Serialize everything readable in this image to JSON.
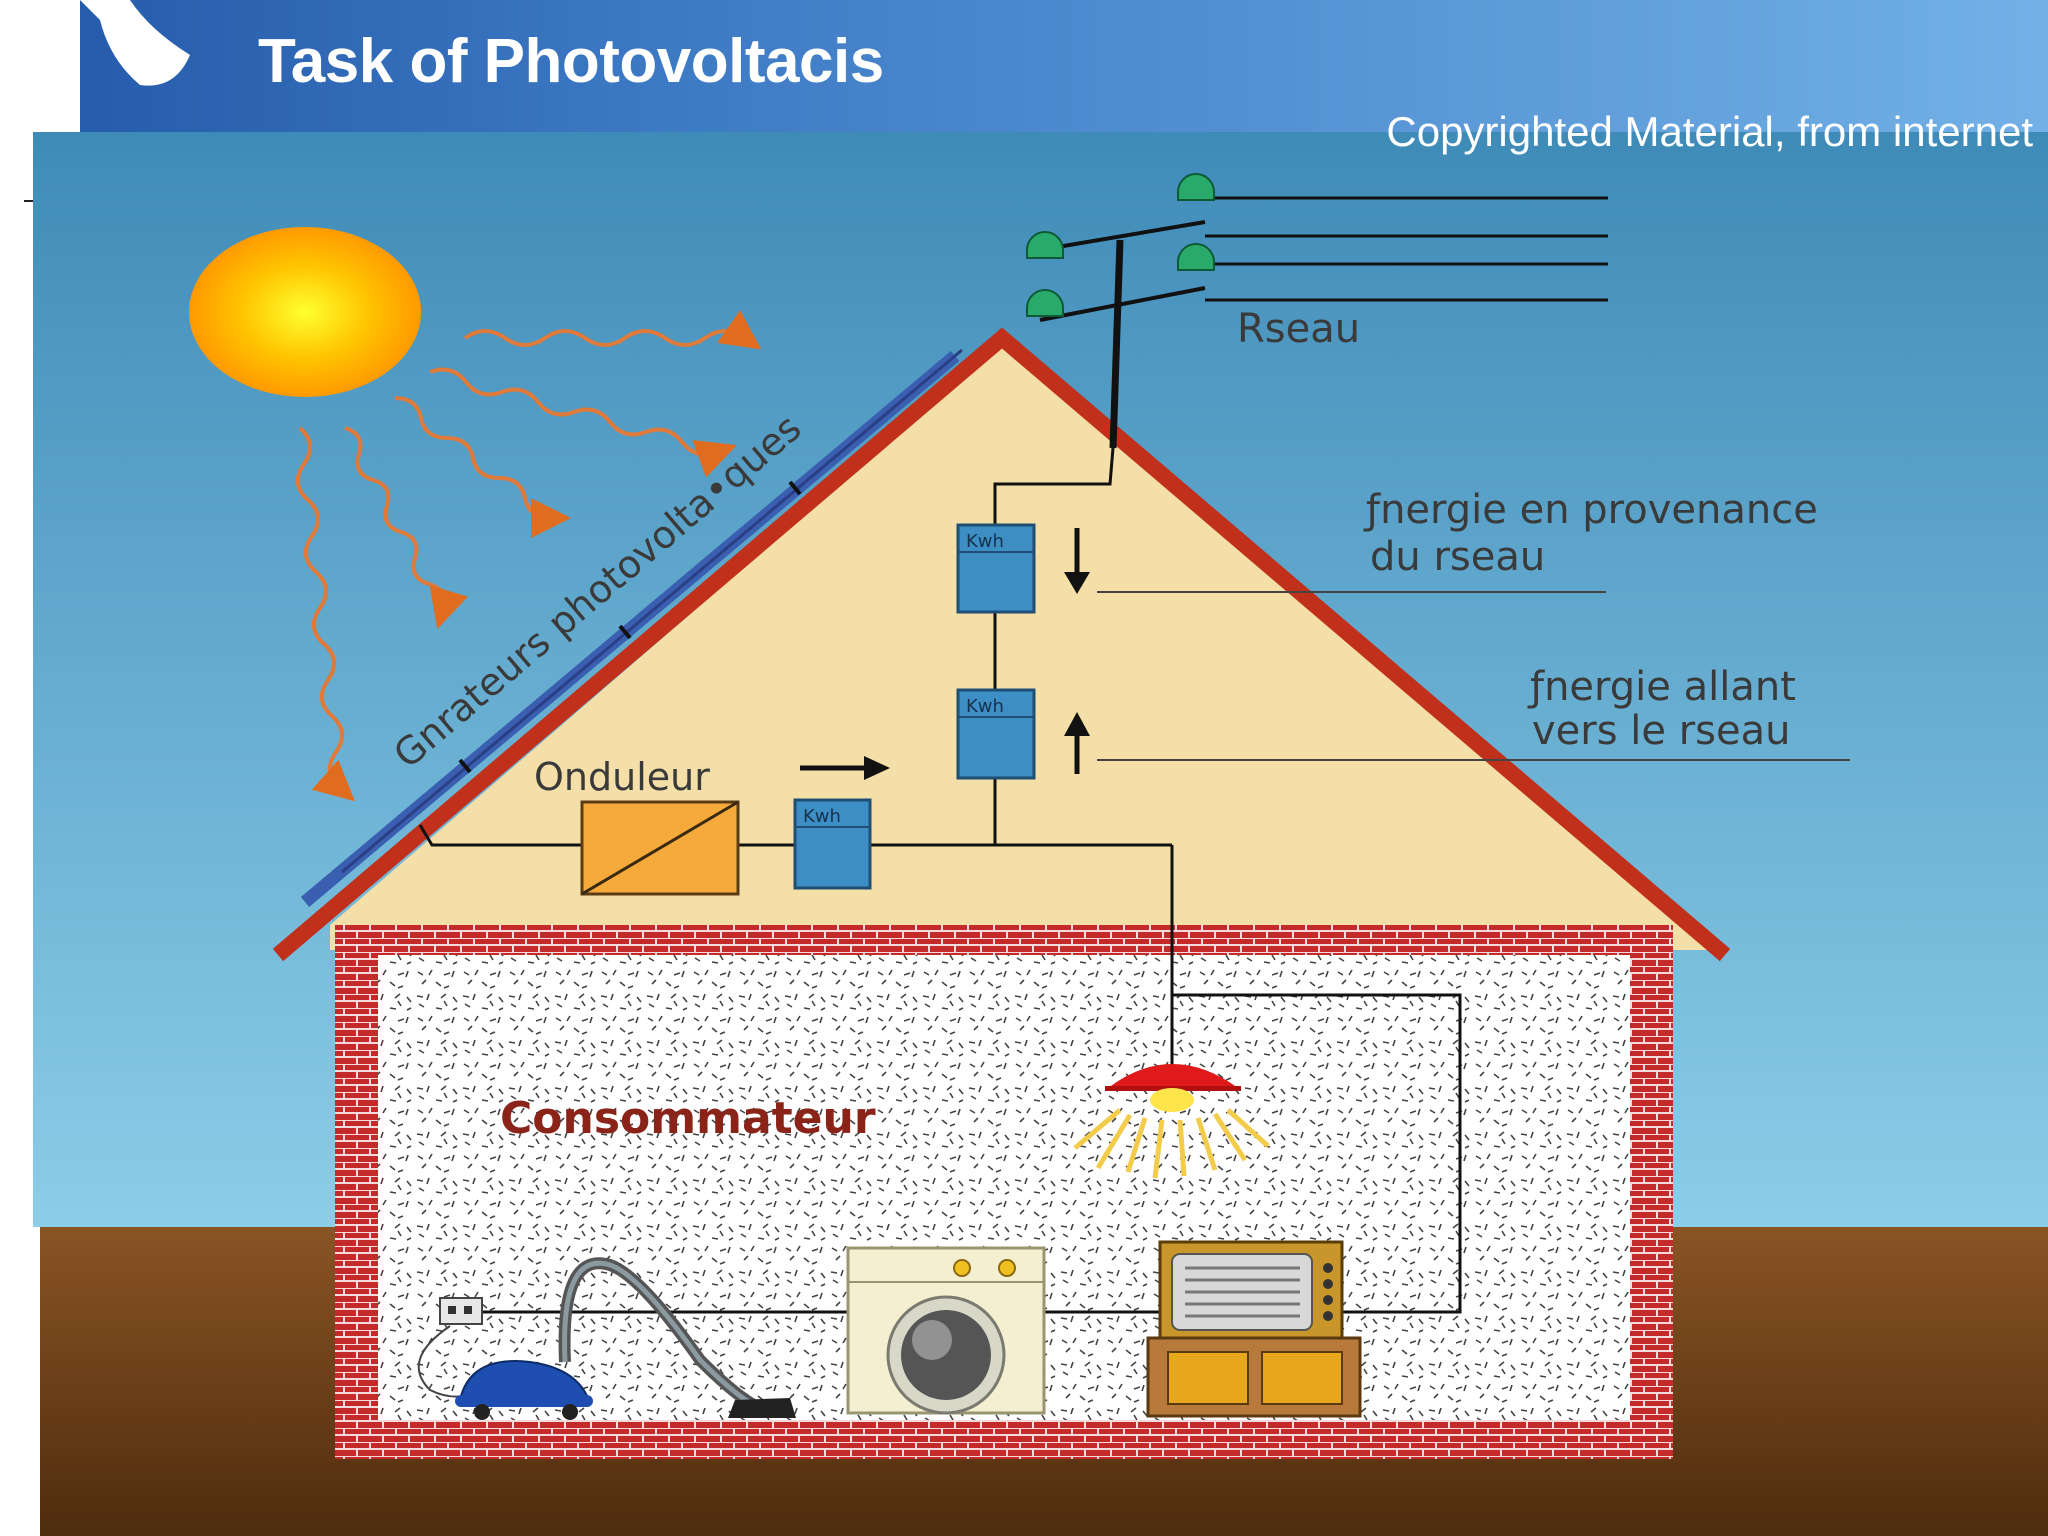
{
  "slide": {
    "title": "Task of Photovoltacis",
    "copyright": "Copyrighted Material, from internet"
  },
  "diagram": {
    "grid_label": "Rseau",
    "panels_label": "Gnrateurs photovolta•ques",
    "inverter_label": "Onduleur",
    "meter_label": "Kwh",
    "from_grid_line1": "ƒnergie en provenance",
    "from_grid_line2": "du rseau",
    "to_grid_line1": "ƒnergie allant",
    "to_grid_line2": "vers le rseau",
    "consumer_label": "Consommateur"
  },
  "colors": {
    "header_dark": "#2358a8",
    "header_light": "#72b0e6",
    "sky": "#4a9cc5",
    "ground": "#7a4a1e",
    "roof": "#c0301a",
    "attic": "#f5dfa8",
    "brick": "#c42a2a",
    "panel": "#3a5fb0",
    "meter": "#3d8ec4",
    "inverter": "#f7aa3c",
    "sun": "#ffb300"
  }
}
